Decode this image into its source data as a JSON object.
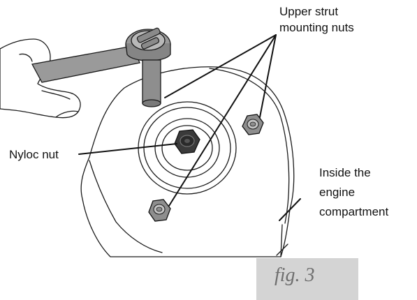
{
  "labels": {
    "upper_strut": [
      "Upper strut",
      "mounting nuts"
    ],
    "nyloc": "Nyloc nut",
    "inside": [
      "Inside the",
      "engine",
      "compartment"
    ]
  },
  "caption": "fig. 3",
  "colors": {
    "caption_box": "#d4d4d4",
    "caption_text": "#6e6e6e",
    "nut_dark": "#3a3a3a",
    "nut_grey": "#8e8e8e",
    "tool_grey": "#9a9a9a"
  }
}
